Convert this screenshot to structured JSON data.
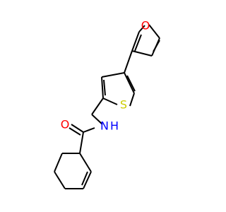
{
  "molecule": {
    "atoms": {
      "furan_oxygen": "O",
      "thiophene_sulfur": "S",
      "amide_nitrogen": "N",
      "amide_hydrogen": "H",
      "carbonyl_oxygen": "O"
    }
  },
  "colors": {
    "bond": "#000000",
    "oxygen": "#ff0000",
    "sulfur": "#cccc00",
    "nitrogen": "#0000ff"
  }
}
